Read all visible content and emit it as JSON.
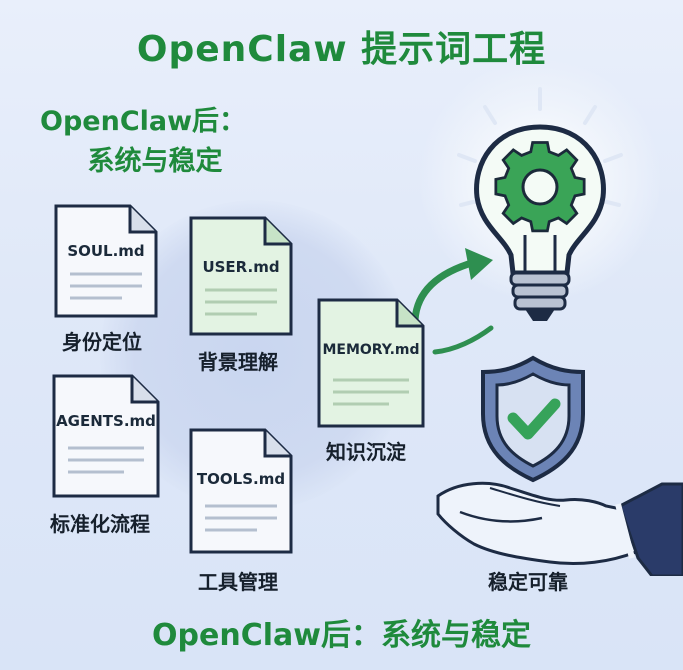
{
  "title": "OpenClaw 提示词工程",
  "subtitle_line1": "OpenClaw后：",
  "subtitle_line2": "系统与稳定",
  "footer": "OpenClaw后：系统与稳定",
  "files": [
    {
      "name": "SOUL.md",
      "caption": "身份定位",
      "style": "white"
    },
    {
      "name": "USER.md",
      "caption": "背景理解",
      "style": "green"
    },
    {
      "name": "AGENTS.md",
      "caption": "标准化流程",
      "style": "white"
    },
    {
      "name": "TOOLS.md",
      "caption": "工具管理",
      "style": "white"
    },
    {
      "name": "MEMORY.md",
      "caption": "知识沉淀",
      "style": "green"
    }
  ],
  "shield_caption": "稳定可靠",
  "icons": [
    "lightbulb-icon",
    "gear-icon",
    "shield-check-icon",
    "open-hand-icon",
    "curved-arrow-icon"
  ],
  "colors": {
    "brand_green": "#1f8a3c",
    "doc_green": "#e3f3e3",
    "doc_white": "#f6f8fc",
    "shield_blue": "#5f79ad",
    "check_green": "#36a35a"
  }
}
